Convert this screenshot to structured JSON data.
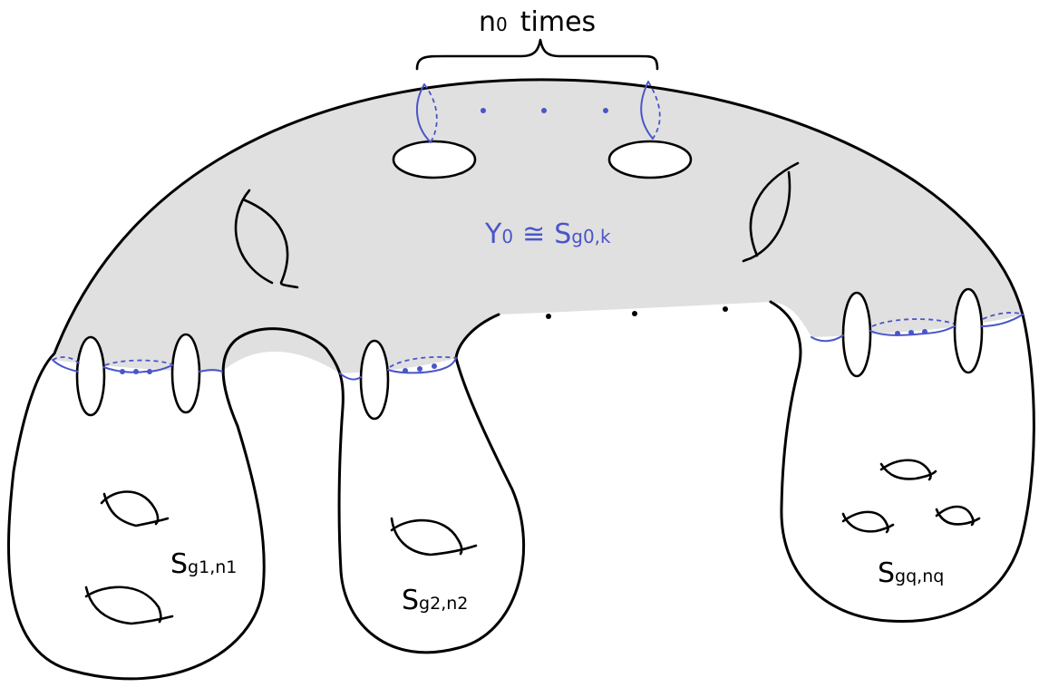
{
  "labels": {
    "brace": {
      "base": "n",
      "sub": "0",
      "rest": "times"
    },
    "core": {
      "base": "Y",
      "sub0": "0",
      "cong": "≅",
      "S": "S",
      "sub": "g0,k"
    },
    "leg1": {
      "base": "S",
      "sub": "g1,n1"
    },
    "leg2": {
      "base": "S",
      "sub": "g2,n2"
    },
    "legq": {
      "base": "S",
      "sub": "gq,nq"
    }
  },
  "colors": {
    "outline": "#000000",
    "core_fill": "#e0e0e0",
    "curve_blue": "#4a55c9",
    "background": "#ffffff"
  }
}
